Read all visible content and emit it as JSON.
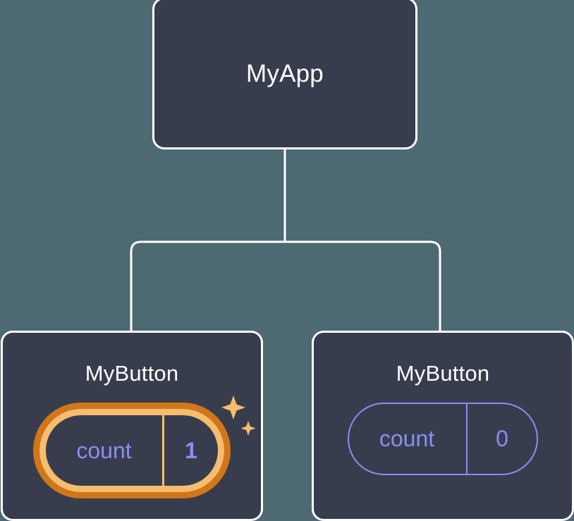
{
  "diagram": {
    "type": "react-component-tree",
    "background_color": "#4d6a73",
    "node_fill": "#373d4d",
    "node_border_color": "#ffffff",
    "connector_color": "#ffffff",
    "state_text_color": "#8b8ff0",
    "highlight_outer_color": "#d2761a",
    "highlight_inner_color": "#f7bd6e",
    "sparkle_color": "#f7bd6e"
  },
  "root": {
    "title": "MyApp"
  },
  "children": [
    {
      "title": "MyButton",
      "state": {
        "key": "count",
        "value": "1",
        "highlighted": true,
        "sparkle_icon": "sparkles-icon"
      }
    },
    {
      "title": "MyButton",
      "state": {
        "key": "count",
        "value": "0",
        "highlighted": false
      }
    }
  ]
}
